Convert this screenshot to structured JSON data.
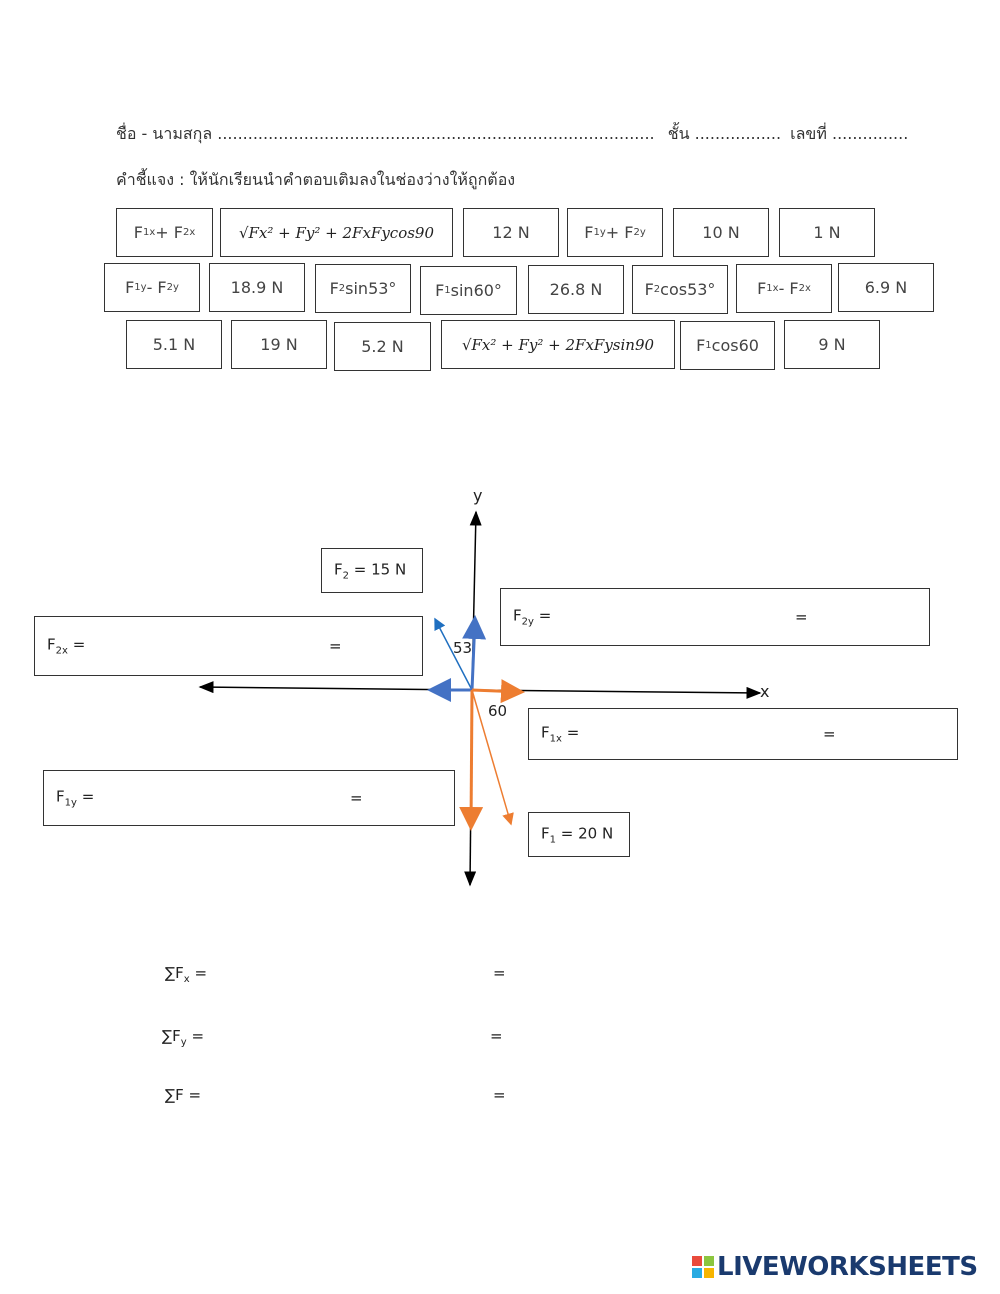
{
  "header": {
    "name_label": "ชื่อ - นามสกุล ......................................................................................",
    "class_label": "ชั้น .................",
    "number_label": "เลขที่ ..............."
  },
  "instruction": "คำชี้แจง : ให้นักเรียนนำคำตอบเติมลงในช่องว่างให้ถูกต้อง",
  "tiles": [
    {
      "parts": [
        [
          "t",
          "F"
        ],
        [
          "s",
          "1x"
        ],
        [
          "t",
          " + F"
        ],
        [
          "s",
          "2x"
        ]
      ]
    },
    {
      "math": true,
      "parts": [
        [
          "t",
          "√Fx² + Fy² + 2FxFycos90"
        ]
      ]
    },
    {
      "parts": [
        [
          "t",
          "12 N"
        ]
      ]
    },
    {
      "parts": [
        [
          "t",
          "F"
        ],
        [
          "s",
          "1y"
        ],
        [
          "t",
          " + F"
        ],
        [
          "s",
          "2y"
        ]
      ]
    },
    {
      "parts": [
        [
          "t",
          "10 N"
        ]
      ]
    },
    {
      "parts": [
        [
          "t",
          "1 N"
        ]
      ]
    },
    {
      "parts": [
        [
          "t",
          "F"
        ],
        [
          "s",
          "1y"
        ],
        [
          "t",
          " - F"
        ],
        [
          "s",
          "2y"
        ]
      ]
    },
    {
      "parts": [
        [
          "t",
          "18.9 N"
        ]
      ]
    },
    {
      "parts": [
        [
          "t",
          "F"
        ],
        [
          "s",
          "2"
        ],
        [
          "t",
          "sin53°"
        ]
      ]
    },
    {
      "parts": [
        [
          "t",
          "F"
        ],
        [
          "s",
          "1"
        ],
        [
          "t",
          "sin60°"
        ]
      ]
    },
    {
      "parts": [
        [
          "t",
          "26.8 N"
        ]
      ]
    },
    {
      "parts": [
        [
          "t",
          "F"
        ],
        [
          "s",
          "2"
        ],
        [
          "t",
          "cos53°"
        ]
      ]
    },
    {
      "parts": [
        [
          "t",
          "F"
        ],
        [
          "s",
          "1x"
        ],
        [
          "t",
          " - F"
        ],
        [
          "s",
          "2x"
        ]
      ]
    },
    {
      "parts": [
        [
          "t",
          "6.9 N"
        ]
      ]
    },
    {
      "parts": [
        [
          "t",
          "5.1 N"
        ]
      ]
    },
    {
      "parts": [
        [
          "t",
          "19 N"
        ]
      ]
    },
    {
      "parts": [
        [
          "t",
          "5.2 N"
        ]
      ]
    },
    {
      "math": true,
      "parts": [
        [
          "t",
          "√Fx² + Fy² + 2FxFysin90"
        ]
      ]
    },
    {
      "parts": [
        [
          "t",
          "F"
        ],
        [
          "s",
          "1"
        ],
        [
          "t",
          "cos60"
        ]
      ]
    },
    {
      "parts": [
        [
          "t",
          "9 N"
        ]
      ]
    }
  ],
  "diagram": {
    "y_axis": "y",
    "x_axis": "x",
    "f2_label": {
      "main": "F",
      "sub": "2",
      "rest": " = 15 N"
    },
    "f1_label": {
      "main": "F",
      "sub": "1",
      "rest": " = 20 N"
    },
    "angle_f2": "53",
    "angle_f1": "60",
    "f2y": {
      "main": "F",
      "sub": "2y",
      "rest": " =",
      "eq": "="
    },
    "f2x": {
      "main": "F",
      "sub": "2x",
      "rest": " =",
      "eq": "="
    },
    "f1x": {
      "main": "F",
      "sub": "1x",
      "rest": " =",
      "eq": "="
    },
    "f1y": {
      "main": "F",
      "sub": "1y",
      "rest": " =",
      "eq": "="
    },
    "colors": {
      "f2": "#4472c4",
      "f1": "#ed7d31",
      "axis": "#000000"
    }
  },
  "sums": [
    {
      "main": "∑F",
      "sub": "x",
      "rest": " =",
      "eq": "="
    },
    {
      "main": "∑F",
      "sub": "y",
      "rest": " =",
      "eq": "="
    },
    {
      "main": "∑F",
      "sub": "",
      "rest": " =",
      "eq": "="
    }
  ],
  "logo": "LIVEWORKSHEETS"
}
